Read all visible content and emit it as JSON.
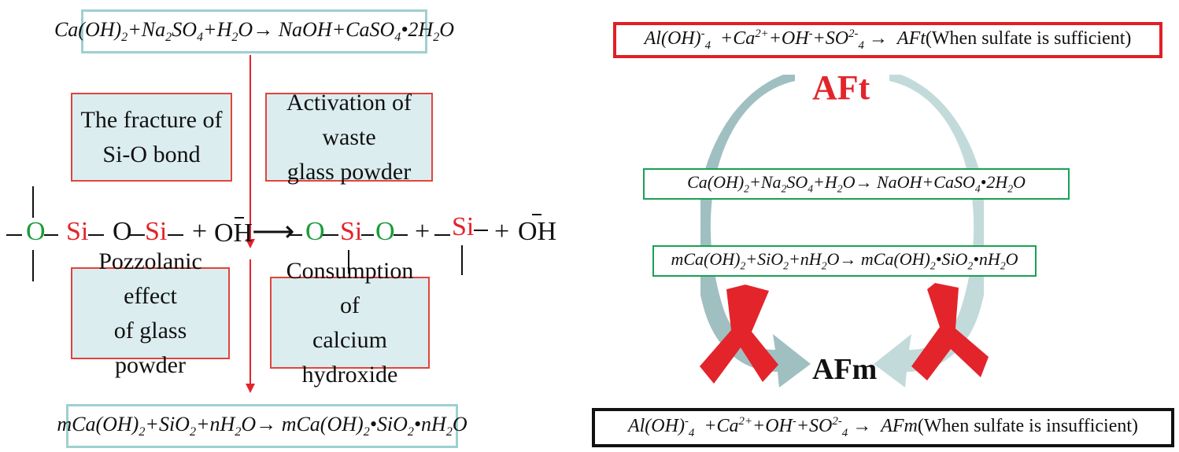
{
  "left": {
    "top_equation": {
      "lhs": "Ca(OH)",
      "parts": [
        "2",
        "+Na",
        "2",
        "SO",
        "4",
        "+H",
        "2",
        "O→",
        "NaOH+CaSO",
        "4",
        "•2H",
        "2",
        "O"
      ]
    },
    "labels": {
      "fracture_line1": "The fracture of",
      "fracture_line2": "Si-O bond",
      "activation_line1": "Activation of waste",
      "activation_line2": "glass powder",
      "pozzolanic_line1": "Pozzolanic effect",
      "pozzolanic_line2": "of glass powder",
      "consumption_line1": "Consumption of",
      "consumption_line2": "calcium hydroxide"
    },
    "molecule": {
      "o1": "O",
      "si1": "Si",
      "o_mid": "O",
      "si2": "Si",
      "plus1": "+",
      "oh1": "OH",
      "arrow": "⟶",
      "o2": "O",
      "si3": "Si",
      "o3": "O",
      "plus2": "+",
      "si4": "Si",
      "plus3": "+",
      "oh2": "OH"
    },
    "bottom_equation": {
      "parts": [
        "mCa(OH)",
        "2",
        "+SiO",
        "2",
        "+nH",
        "2",
        "O→",
        "mCa(OH)",
        "2",
        "•SiO",
        "2",
        "•nH",
        "2",
        "O"
      ]
    }
  },
  "right": {
    "aft_equation": {
      "a": "Al(OH)",
      "a_sup": "-",
      "a_sub": "4",
      "b": "+Ca",
      "b_sup": "2+",
      "c": "+OH",
      "c_sup": "-",
      "d": "+SO",
      "d_sup": "2-",
      "d_sub": "4",
      "arrow": "→",
      "product": "AFt",
      "note": "(When sulfate is sufficient)"
    },
    "aft_label": "AFt",
    "afm_label": "AFm",
    "mid_eq1": {
      "parts": [
        "Ca(OH)",
        "2",
        "+Na",
        "2",
        "SO",
        "4",
        "+H",
        "2",
        "O→",
        "NaOH+CaSO",
        "4",
        "•2H",
        "2",
        "O"
      ]
    },
    "mid_eq2": {
      "parts": [
        "mCa(OH)",
        "2",
        "+SiO",
        "2",
        "+nH",
        "2",
        "O→",
        "mCa(OH)",
        "2",
        "•SiO",
        "2",
        "•nH",
        "2",
        "O"
      ]
    },
    "afm_equation": {
      "a": "Al(OH)",
      "a_sup": "-",
      "a_sub": "4",
      "b": "+Ca",
      "b_sup": "2+",
      "c": "+OH",
      "c_sup": "-",
      "d": "+SO",
      "d_sup": "2-",
      "d_sub": "4",
      "arrow": "→",
      "product": "AFm",
      "note": "(When sulfate is insufficient)"
    }
  },
  "colors": {
    "red": "#e3242b",
    "green": "#1c9b3a",
    "teal_border": "#9fd0d0",
    "label_bg": "#dcedef",
    "arrow_fill": "#8fb4b6"
  }
}
